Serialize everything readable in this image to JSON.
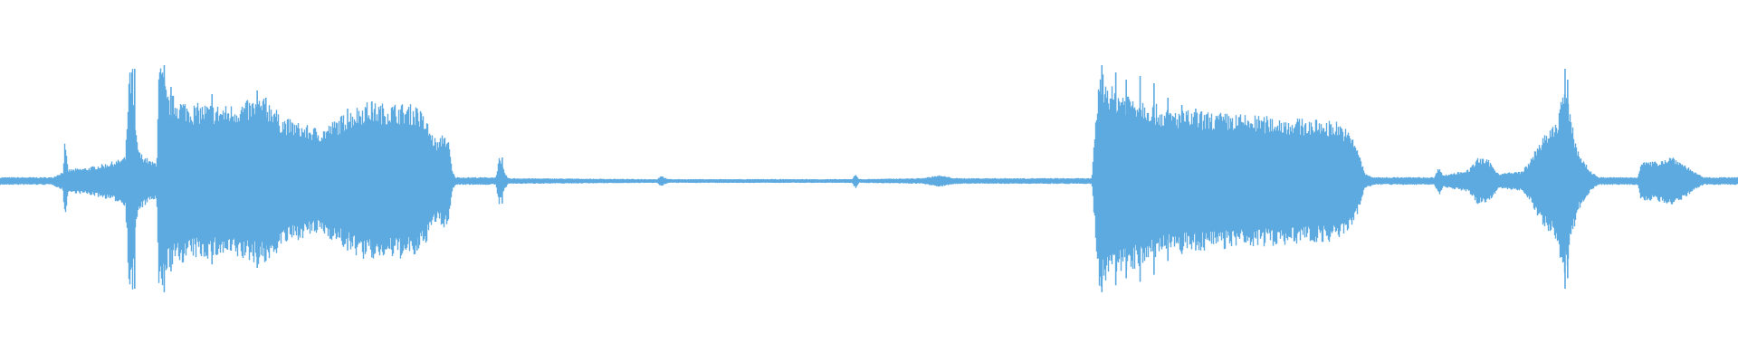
{
  "waveform": {
    "color": "#5DAAE0",
    "samples_per_column": 1,
    "envelope": [
      [
        0.0,
        0.02
      ],
      [
        0.03,
        0.02
      ],
      [
        0.036,
        0.05
      ],
      [
        0.037,
        0.2
      ],
      [
        0.039,
        0.06
      ],
      [
        0.05,
        0.07
      ],
      [
        0.06,
        0.09
      ],
      [
        0.068,
        0.11
      ],
      [
        0.072,
        0.13
      ],
      [
        0.074,
        0.55
      ],
      [
        0.076,
        0.6
      ],
      [
        0.077,
        0.3
      ],
      [
        0.08,
        0.15
      ],
      [
        0.087,
        0.1
      ],
      [
        0.09,
        0.1
      ],
      [
        0.091,
        0.58
      ],
      [
        0.093,
        0.6
      ],
      [
        0.096,
        0.45
      ],
      [
        0.1,
        0.44
      ],
      [
        0.11,
        0.4
      ],
      [
        0.12,
        0.4
      ],
      [
        0.13,
        0.39
      ],
      [
        0.15,
        0.43
      ],
      [
        0.158,
        0.4
      ],
      [
        0.16,
        0.34
      ],
      [
        0.175,
        0.29
      ],
      [
        0.185,
        0.27
      ],
      [
        0.2,
        0.36
      ],
      [
        0.21,
        0.41
      ],
      [
        0.22,
        0.4
      ],
      [
        0.23,
        0.4
      ],
      [
        0.24,
        0.39
      ],
      [
        0.246,
        0.3
      ],
      [
        0.248,
        0.25
      ],
      [
        0.252,
        0.2
      ],
      [
        0.255,
        0.26
      ],
      [
        0.258,
        0.2
      ],
      [
        0.26,
        0.05
      ],
      [
        0.262,
        0.02
      ],
      [
        0.285,
        0.02
      ],
      [
        0.287,
        0.12
      ],
      [
        0.29,
        0.05
      ],
      [
        0.292,
        0.015
      ],
      [
        0.378,
        0.01
      ],
      [
        0.38,
        0.03
      ],
      [
        0.384,
        0.01
      ],
      [
        0.49,
        0.01
      ],
      [
        0.492,
        0.04
      ],
      [
        0.494,
        0.01
      ],
      [
        0.53,
        0.015
      ],
      [
        0.54,
        0.03
      ],
      [
        0.55,
        0.015
      ],
      [
        0.628,
        0.015
      ],
      [
        0.629,
        0.15
      ],
      [
        0.632,
        0.55
      ],
      [
        0.634,
        0.56
      ],
      [
        0.64,
        0.48
      ],
      [
        0.65,
        0.46
      ],
      [
        0.66,
        0.42
      ],
      [
        0.67,
        0.37
      ],
      [
        0.69,
        0.36
      ],
      [
        0.72,
        0.34
      ],
      [
        0.75,
        0.32
      ],
      [
        0.77,
        0.31
      ],
      [
        0.775,
        0.26
      ],
      [
        0.78,
        0.2
      ],
      [
        0.785,
        0.04
      ],
      [
        0.79,
        0.02
      ],
      [
        0.825,
        0.02
      ],
      [
        0.828,
        0.08
      ],
      [
        0.83,
        0.03
      ],
      [
        0.845,
        0.06
      ],
      [
        0.85,
        0.12
      ],
      [
        0.856,
        0.11
      ],
      [
        0.862,
        0.04
      ],
      [
        0.875,
        0.05
      ],
      [
        0.88,
        0.1
      ],
      [
        0.885,
        0.2
      ],
      [
        0.89,
        0.25
      ],
      [
        0.895,
        0.3
      ],
      [
        0.9,
        0.52
      ],
      [
        0.904,
        0.3
      ],
      [
        0.908,
        0.15
      ],
      [
        0.915,
        0.05
      ],
      [
        0.92,
        0.02
      ],
      [
        0.942,
        0.02
      ],
      [
        0.944,
        0.1
      ],
      [
        0.952,
        0.1
      ],
      [
        0.962,
        0.13
      ],
      [
        0.97,
        0.08
      ],
      [
        0.976,
        0.04
      ],
      [
        0.98,
        0.02
      ],
      [
        1.0,
        0.02
      ]
    ],
    "transients": [
      [
        0.0775,
        0.62
      ],
      [
        0.0945,
        0.64
      ],
      [
        0.0984,
        0.52
      ],
      [
        0.122,
        0.48
      ],
      [
        0.148,
        0.5
      ],
      [
        0.153,
        0.46
      ],
      [
        0.2,
        0.4
      ],
      [
        0.214,
        0.44
      ],
      [
        0.24,
        0.4
      ],
      [
        0.289,
        0.13
      ],
      [
        0.634,
        0.64
      ],
      [
        0.642,
        0.6
      ],
      [
        0.648,
        0.56
      ],
      [
        0.656,
        0.58
      ],
      [
        0.664,
        0.54
      ],
      [
        0.672,
        0.46
      ],
      [
        0.68,
        0.42
      ],
      [
        0.688,
        0.4
      ],
      [
        0.9005,
        0.62
      ],
      [
        0.902,
        0.56
      ]
    ]
  }
}
